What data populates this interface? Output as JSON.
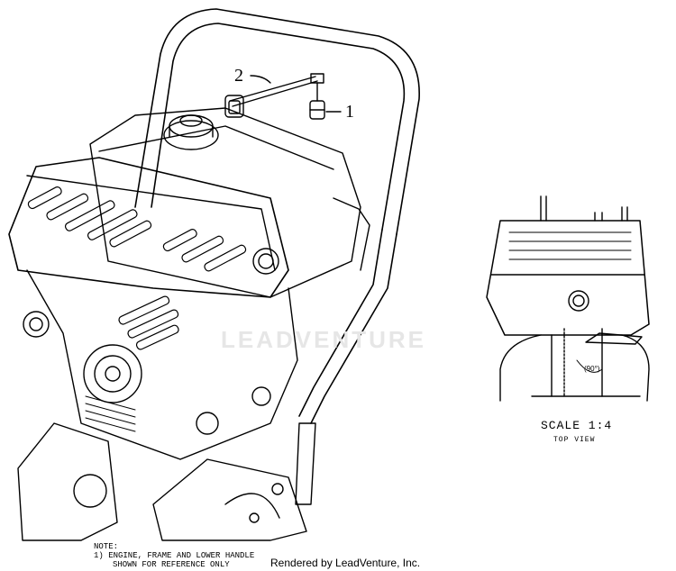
{
  "callouts": {
    "part_1": "1",
    "part_2": "2"
  },
  "inset": {
    "scale": "SCALE 1:4",
    "view": "TOP VIEW",
    "angle": "(90°)"
  },
  "note": {
    "heading": "NOTE:",
    "line_1": "1) ENGINE, FRAME AND LOWER HANDLE",
    "line_2": "SHOWN FOR REFERENCE ONLY"
  },
  "credit": "Rendered by LeadVenture, Inc.",
  "watermark": "LEADVENTURE"
}
